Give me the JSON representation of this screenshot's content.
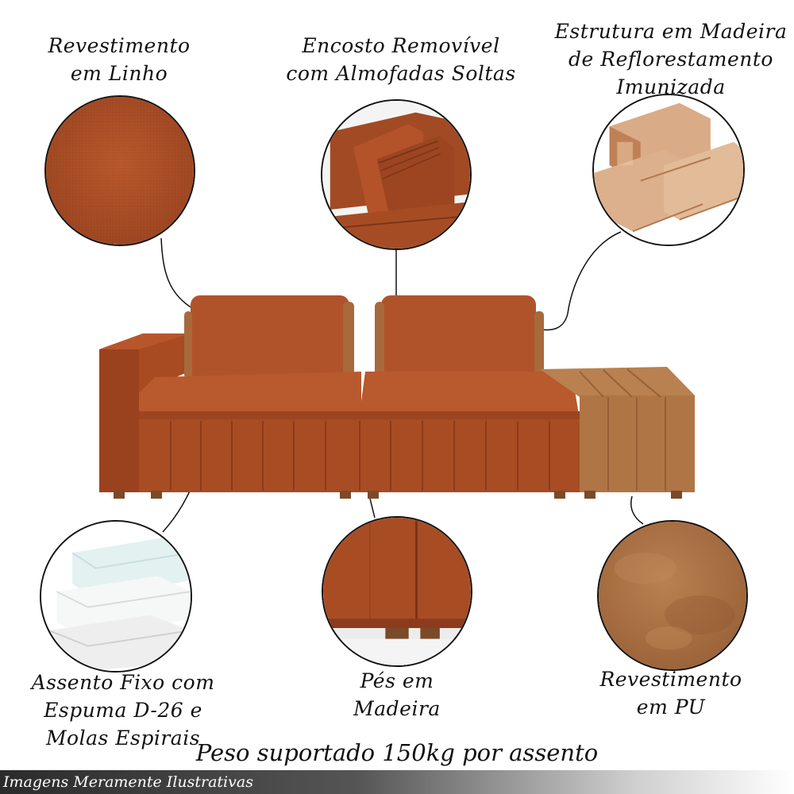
{
  "labels": {
    "linen": [
      "Revestimento",
      "em Linho"
    ],
    "backrest": [
      "Encosto Removível",
      "com Almofadas Soltas"
    ],
    "structure": [
      "Estrutura em Madeira",
      "de Reflorestamento",
      "Imunizada"
    ],
    "seat": [
      "Assento Fixo com",
      "Espuma D-26 e",
      "Molas Espirais"
    ],
    "feet": [
      "Pés em",
      "Madeira"
    ],
    "pu": [
      "Revestimento",
      "em PU"
    ]
  },
  "weight_text": "Peso suportado 150kg por assento",
  "footer_text": "Imagens Meramente Ilustrativas",
  "colors": {
    "linen": "#b1532a",
    "linen_dark": "#8e3f1c",
    "pu": "#b07545",
    "pu_dark": "#8d5a34",
    "wood": "#d8a882",
    "foam": "#eef6f6"
  },
  "icons": {
    "linen": "linen-fabric-swatch",
    "backrest": "removable-backrest-cushions",
    "structure": "reforested-wood-planks",
    "seat": "foam-layers",
    "feet": "wooden-foot",
    "pu": "pu-leather-swatch"
  }
}
